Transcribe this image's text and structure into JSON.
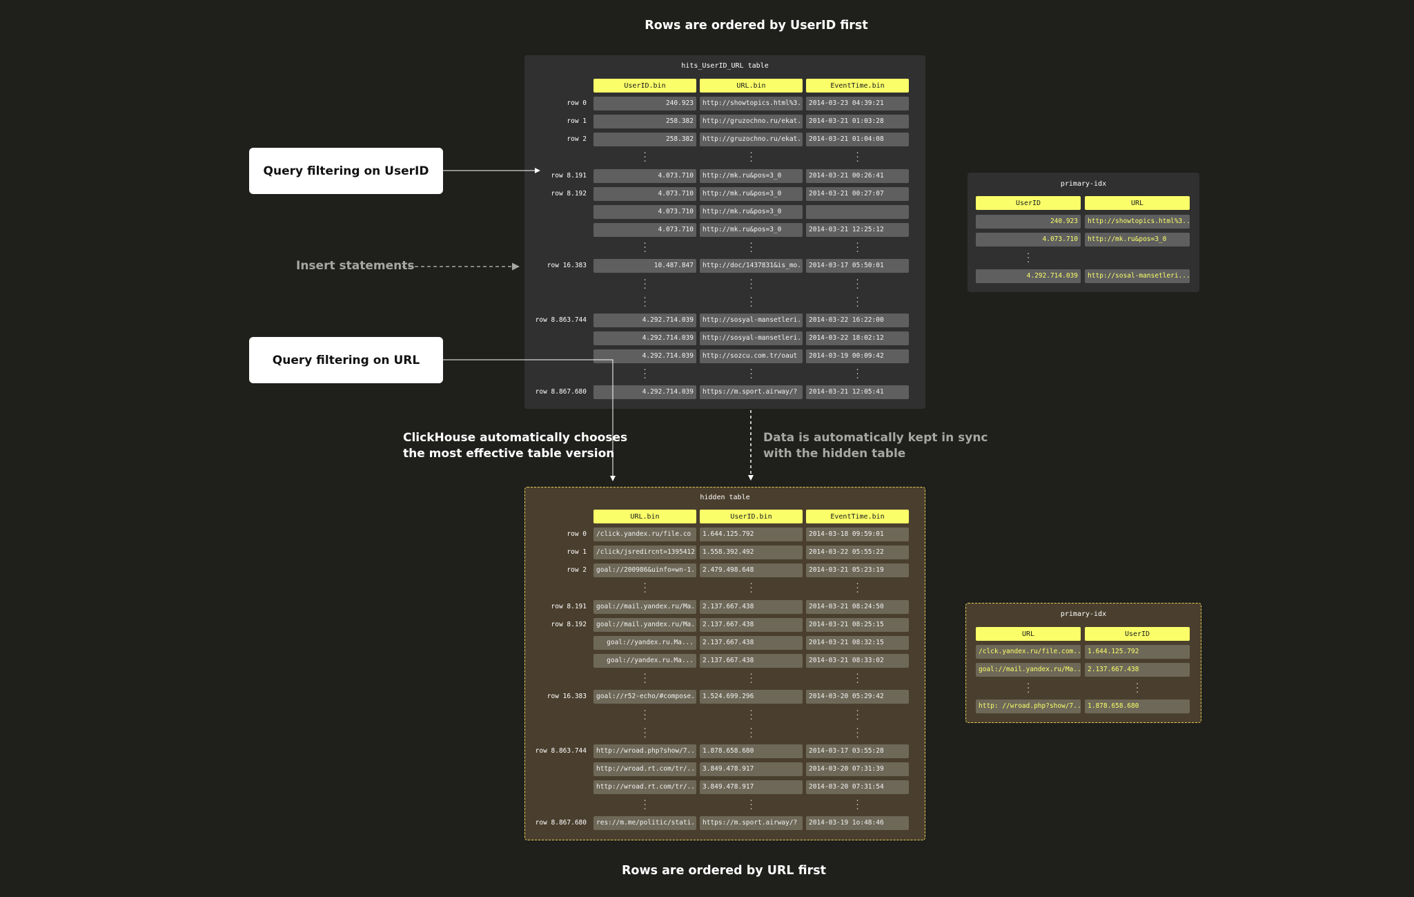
{
  "headings": {
    "top": "Rows are ordered by UserID first",
    "bottom": "Rows are ordered by URL first"
  },
  "left": {
    "query_userid": "Query filtering on UserID",
    "insert": "Insert statements",
    "query_url": "Query filtering on URL"
  },
  "notes": {
    "auto_choose": "ClickHouse automatically chooses\nthe most effective table version",
    "sync": "Data is automatically kept in sync\nwith the hidden table"
  },
  "main_table": {
    "title": "hits_UserID_URL table",
    "headers": [
      "UserID.bin",
      "URL.bin",
      "EventTime.bin"
    ],
    "rows": [
      {
        "label": "row 0",
        "cells": [
          "240.923",
          "http://showtopics.html%3...",
          "2014-03-23 04:39:21"
        ]
      },
      {
        "label": "row 1",
        "cells": [
          "258.382",
          "http://gruzochno.ru/ekat...",
          "2014-03-21 01:03:28"
        ]
      },
      {
        "label": "row 2",
        "cells": [
          "258.382",
          "http://gruzochno.ru/ekat...",
          "2014-03-21 01:04:08"
        ]
      },
      {
        "label": "",
        "dots": true
      },
      {
        "label": "row 8.191",
        "cells": [
          "4.073.710",
          "http://mk.ru&pos=3_0",
          "2014-03-21 00:26:41"
        ]
      },
      {
        "label": "row 8.192",
        "cells": [
          "4.073.710",
          "http://mk.ru&pos=3_0",
          "2014-03-21 00:27:07"
        ]
      },
      {
        "label": "",
        "cells": [
          "4.073.710",
          "http://mk.ru&pos=3_0",
          ""
        ]
      },
      {
        "label": "",
        "cells": [
          "4.073.710",
          "http://mk.ru&pos=3_0",
          "2014-03-21 12:25:12"
        ]
      },
      {
        "label": "",
        "dots": true
      },
      {
        "label": "row 16.383",
        "cells": [
          "10.487.847",
          "http://doc/1437831&is_mo...",
          "2014-03-17 05:50:01"
        ]
      },
      {
        "label": "",
        "dots": true
      },
      {
        "label": "",
        "dots": true
      },
      {
        "label": "row 8.863.744",
        "cells": [
          "4.292.714.039",
          "http://sosyal-mansetleri...",
          "2014-03-22 16:22:00"
        ]
      },
      {
        "label": "",
        "cells": [
          "4.292.714.039",
          "http://sosyal-mansetleri...",
          "2014-03-22 18:02:12"
        ]
      },
      {
        "label": "",
        "cells": [
          "4.292.714.039",
          "http://sozcu.com.tr/oaut",
          "2014-03-19 00:09:42"
        ]
      },
      {
        "label": "",
        "dots": true
      },
      {
        "label": "row 8.867.680",
        "cells": [
          "4.292.714.039",
          "https://m.sport.airway/?",
          "2014-03-21 12:05:41"
        ]
      }
    ]
  },
  "hidden_table": {
    "title": "hidden table",
    "headers": [
      "URL.bin",
      "UserID.bin",
      "EventTime.bin"
    ],
    "rows": [
      {
        "label": "row 0",
        "cells": [
          "/click.yandex.ru/file.co ...",
          "1.644.125.792",
          "2014-03-18 09:59:01"
        ]
      },
      {
        "label": "row 1",
        "cells": [
          "/click/jsredircnt=1395412...",
          "1.558.392.492",
          "2014-03-22 05:55:22"
        ]
      },
      {
        "label": "row 2",
        "cells": [
          "goal://200986&uinfo=wn-1...",
          "2.479.498.648",
          "2014-03-21 05:23:19"
        ]
      },
      {
        "label": "",
        "dots": true
      },
      {
        "label": "row 8.191",
        "cells": [
          "goal://mail.yandex.ru/Ma...",
          "2.137.667.438",
          "2014-03-21 08:24:50"
        ]
      },
      {
        "label": "row 8.192",
        "cells": [
          "goal://mail.yandex.ru/Ma...",
          "2.137.667.438",
          "2014-03-21 08:25:15"
        ]
      },
      {
        "label": "",
        "cells": [
          "goal://yandex.ru.Ma...",
          "2.137.667.438",
          "2014-03-21 08:32:15"
        ]
      },
      {
        "label": "",
        "cells": [
          "goal://yandex.ru.Ma...",
          "2.137.667.438",
          "2014-03-21 08:33:02"
        ]
      },
      {
        "label": "",
        "dots": true
      },
      {
        "label": "row 16.383",
        "cells": [
          "goal://r52-echo/#compose...",
          "1.524.699.296",
          "2014-03-20 05:29:42"
        ]
      },
      {
        "label": "",
        "dots": true
      },
      {
        "label": "",
        "dots": true
      },
      {
        "label": "row 8.863.744",
        "cells": [
          "http://wroad.php?show/7...",
          "1.878.658.680",
          "2014-03-17 03:55:28"
        ]
      },
      {
        "label": "",
        "cells": [
          "http://wroad.rt.com/tr/...",
          "3.849.478.917",
          "2014-03-20 07:31:39"
        ]
      },
      {
        "label": "",
        "cells": [
          "http://wroad.rt.com/tr/...",
          "3.849.478.917",
          "2014-03-20 07:31:54"
        ]
      },
      {
        "label": "",
        "dots": true
      },
      {
        "label": "row 8.867.680",
        "cells": [
          "res://m.me/politic/stati...",
          "https://m.sport.airway/?",
          "2014-03-19 1o:48:46"
        ]
      }
    ]
  },
  "primary_idx_top": {
    "title": "primary-idx",
    "headers": [
      "UserID",
      "URL"
    ],
    "rows": [
      {
        "cells": [
          "240.923",
          "http://showtopics.html%3..."
        ]
      },
      {
        "cells": [
          "4.073.710",
          "http://mk.ru&pos=3_0"
        ]
      },
      {
        "dots": true
      },
      {
        "cells": [
          "4.292.714.039",
          "http://sosal-mansetleri..."
        ]
      }
    ]
  },
  "primary_idx_bottom": {
    "title": "primary-idx",
    "headers": [
      "URL",
      "UserID"
    ],
    "rows": [
      {
        "cells": [
          "/clck.yandex.ru/file.com...",
          "1.644.125.792"
        ]
      },
      {
        "cells": [
          "goal://mail.yandex.ru/Ma...",
          "2.137.667.438"
        ]
      },
      {
        "dots": true
      },
      {
        "cells": [
          "http: //wroad.php?show/7...",
          "1.878.658.680"
        ]
      }
    ]
  },
  "colors": {
    "background": "#1f1f1c",
    "header_yellow": "#faff69",
    "main_panel": "#303030",
    "hidden_panel": "#4a3f2e",
    "hidden_border": "#e6cf52"
  }
}
